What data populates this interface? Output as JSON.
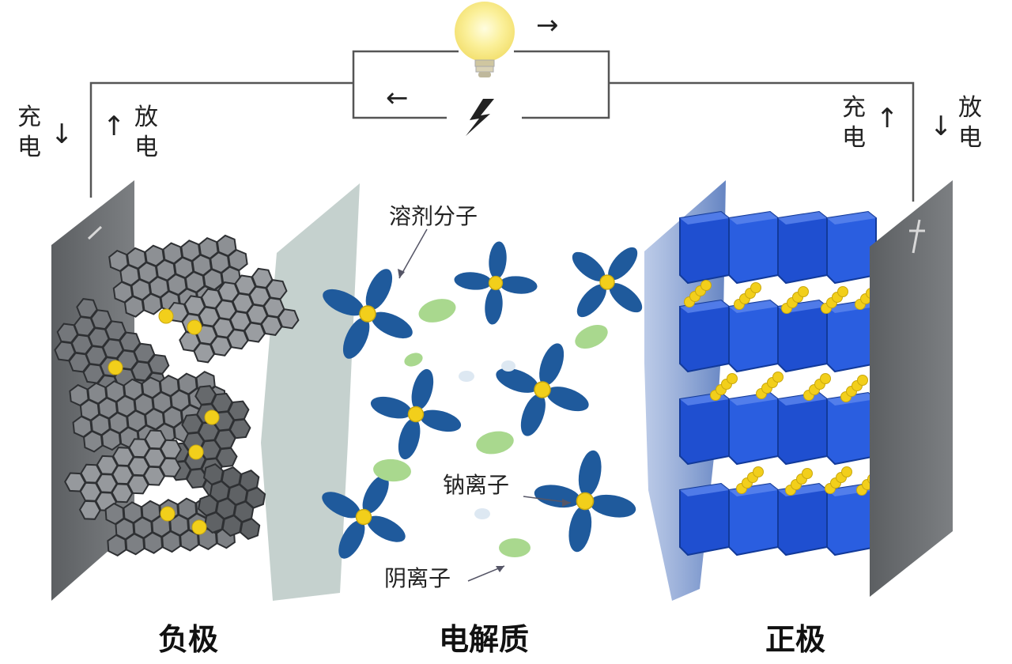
{
  "labels": {
    "anode": "负极",
    "electrolyte": "电解质",
    "cathode": "正极",
    "solvent_molecule": "溶剂分子",
    "sodium_ion": "钠离子",
    "anion": "阴离子",
    "charge": "充电",
    "discharge": "放电",
    "minus_sign": "−",
    "plus_sign": "+"
  },
  "colors": {
    "electrode_plate": "#6f7275",
    "graphite": "#8c8f93",
    "cathode_block": "#1f4fd0",
    "solvent_petal": "#1f5a9c",
    "sodium": "#f2cf1b",
    "anion": "#a9d88e",
    "separator": "#9fb3ad"
  },
  "icons": {
    "bulb": "light-bulb-icon",
    "lightning": "lightning-icon"
  },
  "arrows": {
    "right": "→",
    "left": "←",
    "up": "↑",
    "down": "↓"
  }
}
